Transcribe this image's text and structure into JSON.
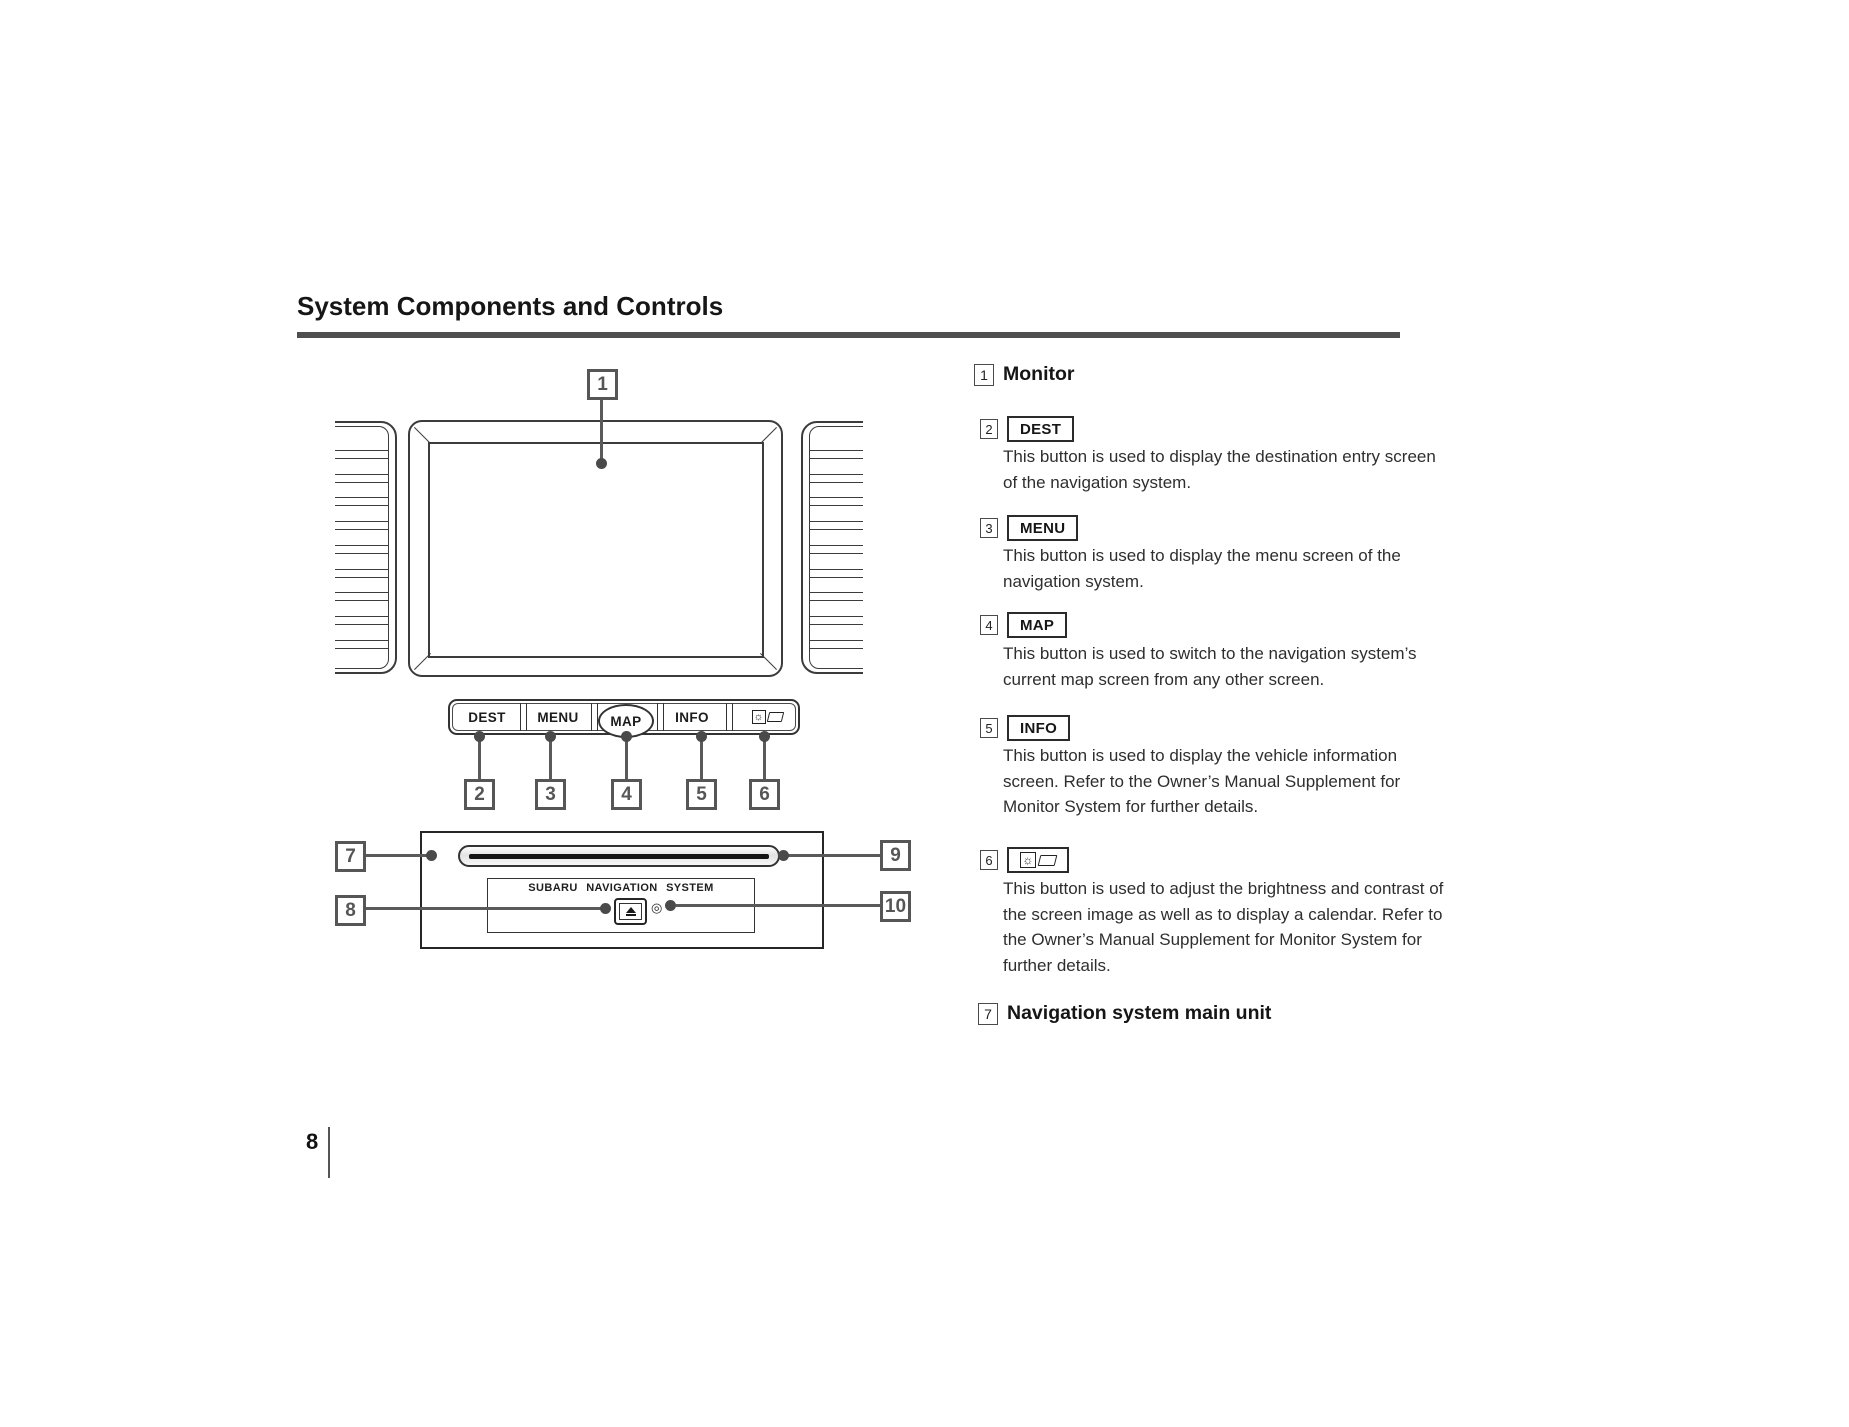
{
  "page": {
    "title": "System Components and Controls",
    "page_number": "8"
  },
  "diagram": {
    "monitor_callout": "1",
    "panel_buttons": [
      {
        "label": "DEST",
        "callout": "2"
      },
      {
        "label": "MENU",
        "callout": "3"
      },
      {
        "label": "MAP",
        "callout": "4"
      },
      {
        "label": "INFO",
        "callout": "5"
      },
      {
        "label": "",
        "callout": "6",
        "icon": "brightness-display-icon"
      }
    ],
    "unit": {
      "label": "SUBARU NAVIGATION SYSTEM",
      "callouts": {
        "left_top": "7",
        "left_bottom": "8",
        "right_top": "9",
        "right_bottom": "10"
      }
    },
    "icons": {
      "sun": "☼",
      "led": "◎"
    }
  },
  "sections": [
    {
      "num": "1",
      "heading": "Monitor"
    },
    {
      "num": "2",
      "button": "DEST",
      "desc_lines": [
        "This button is used to display the destination entry screen",
        "of the navigation system."
      ]
    },
    {
      "num": "3",
      "button": "MENU",
      "desc_lines": [
        "This button is used to display the menu screen of the",
        "navigation system."
      ]
    },
    {
      "num": "4",
      "button": "MAP",
      "desc_lines": [
        "This button is used to switch to the navigation system’s",
        "current map screen from any other screen."
      ]
    },
    {
      "num": "5",
      "button": "INFO",
      "desc_lines": [
        "This button is used to display the vehicle information",
        "screen. Refer to the Owner’s Manual Supplement for",
        "Monitor System for further details."
      ]
    },
    {
      "num": "6",
      "button_icon": "brightness-display-icon",
      "desc_lines": [
        "This button is used to adjust the brightness and contrast of",
        "the screen image as well as to display a calendar. Refer to",
        "the Owner’s Manual Supplement for Monitor System for",
        "further details."
      ]
    },
    {
      "num": "7",
      "heading": "Navigation system main unit"
    }
  ]
}
